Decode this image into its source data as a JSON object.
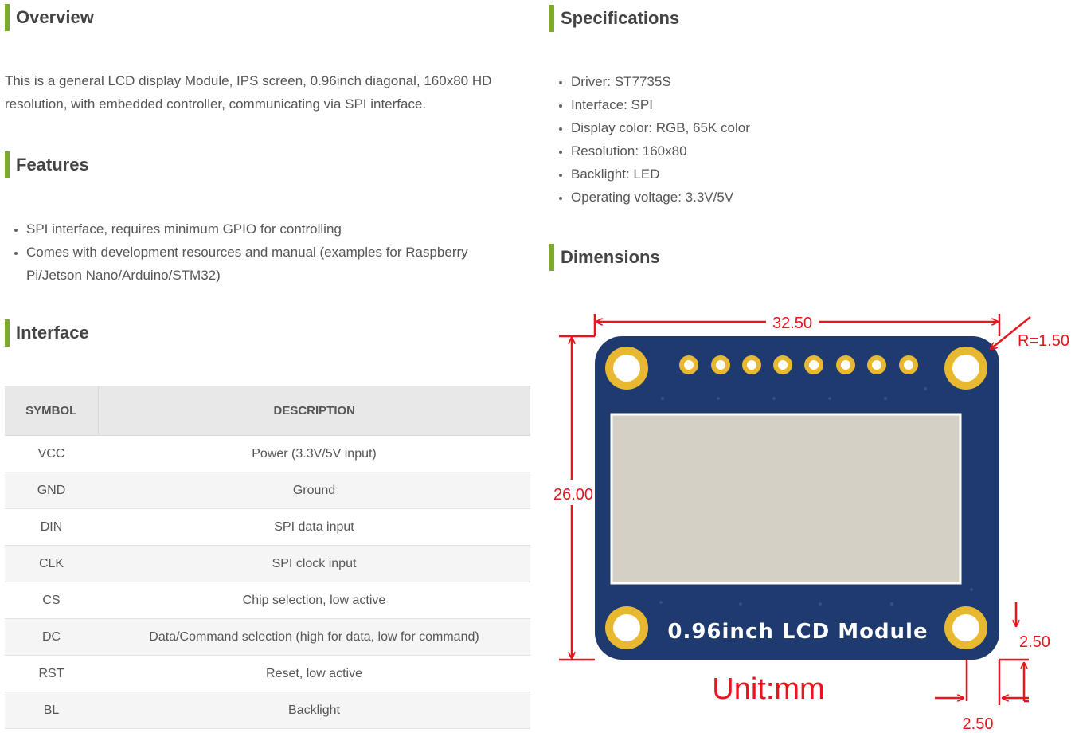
{
  "overview": {
    "title": "Overview",
    "lines": [
      "This is a general LCD display Module, IPS screen, 0.96inch diagonal, 160x80 HD",
      "resolution, with embedded controller, communicating via SPI interface."
    ]
  },
  "features": {
    "title": "Features",
    "items": [
      "SPI interface, requires minimum GPIO for controlling",
      "Comes with development resources and manual (examples for Raspberry Pi/Jetson Nano/Arduino/STM32)"
    ]
  },
  "interface": {
    "title": "Interface",
    "headers": [
      "SYMBOL",
      "DESCRIPTION"
    ],
    "rows": [
      [
        "VCC",
        "Power (3.3V/5V input)"
      ],
      [
        "GND",
        "Ground"
      ],
      [
        "DIN",
        "SPI data input"
      ],
      [
        "CLK",
        "SPI clock input"
      ],
      [
        "CS",
        "Chip selection, low active"
      ],
      [
        "DC",
        "Data/Command selection (high for data, low for command)"
      ],
      [
        "RST",
        "Reset, low active"
      ],
      [
        "BL",
        "Backlight"
      ]
    ]
  },
  "specifications": {
    "title": "Specifications",
    "items": [
      "Driver: ST7735S",
      "Interface: SPI",
      "Display color: RGB, 65K color",
      "Resolution: 160x80",
      "Backlight: LED",
      "Operating voltage: 3.3V/5V"
    ]
  },
  "dimensions": {
    "title": "Dimensions",
    "width_label": "32.50",
    "height_label": "26.00",
    "radius_label": "R=1.50",
    "hole_offset_y_label": "2.50",
    "hole_offset_x_label": "2.50",
    "board_label": "0.96inch LCD Module",
    "unit_label": "Unit:mm"
  },
  "colors": {
    "accent": "#7aac2a",
    "dimension_red": "#e8141e",
    "pcb_blue": "#1e3a6e",
    "gold": "#e8b830",
    "screen": "#d4d0c6"
  }
}
